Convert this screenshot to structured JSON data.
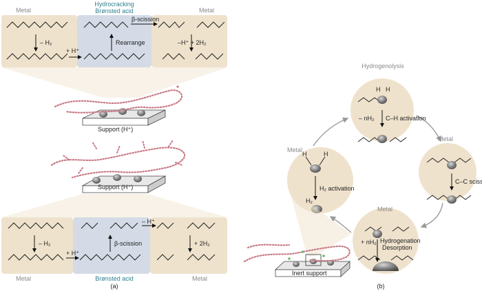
{
  "panel_a": {
    "top": {
      "header_left": "Metal",
      "header_mid_line1": "Hydrocracking",
      "header_mid_line2": "Brønsted acid",
      "header_right": "Metal",
      "minus_h2": "– H₂",
      "plus_h": "+ H⁺",
      "beta_scission": "β-scission",
      "rearrange": "Rearrange",
      "minus_h_plus_2h2": "–H⁺  + 2H₂",
      "support": "Support (H⁺)"
    },
    "bottom": {
      "support": "Support (H⁺)",
      "minus_h2": "– H₂",
      "plus_h": "+ H⁺",
      "beta_scission": "β-scission",
      "minus_h": "– H⁺",
      "plus_2h2": "+ 2H₂",
      "footer_left": "Metal",
      "footer_mid": "Brønsted acid",
      "footer_right": "Metal"
    },
    "caption": "(a)"
  },
  "panel_b": {
    "title": "Hydrogenolysis",
    "top_circle": {
      "minus_nh2": "– nH₂",
      "ch_activation": "C–H activation"
    },
    "right_circle": {
      "metal": "Metal",
      "cc_scission": "C–C scission"
    },
    "bottom_circle": {
      "metal": "Metal",
      "plus_nh2": "+ nH₂",
      "hydrogenation": "Hydrogenation",
      "desorption": "Desorption"
    },
    "left_circle": {
      "metal": "Metal",
      "h2_activation": "H₂ activation",
      "h2": "H₂",
      "h_left": "H",
      "h_right": "H"
    },
    "support": "Inert support",
    "caption": "(b)",
    "h": "H"
  },
  "colors": {
    "beige": "#efe2cc",
    "blue_grey": "#d4dbe6",
    "polymer_bead": "#c97a86",
    "metal": "#8c8c8c",
    "arrow_grey": "#9a9a9a",
    "teal": "#2f7f8f"
  }
}
